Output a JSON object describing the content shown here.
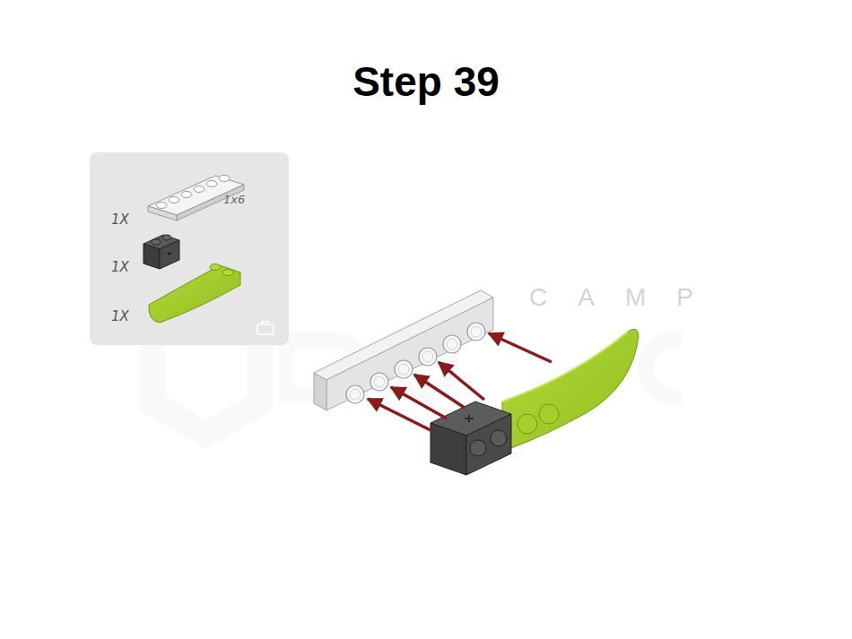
{
  "diagram": {
    "title": "Step 39",
    "labels": [
      "1x6",
      "1X",
      "1X",
      "1X",
      "CAMP"
    ]
  }
}
